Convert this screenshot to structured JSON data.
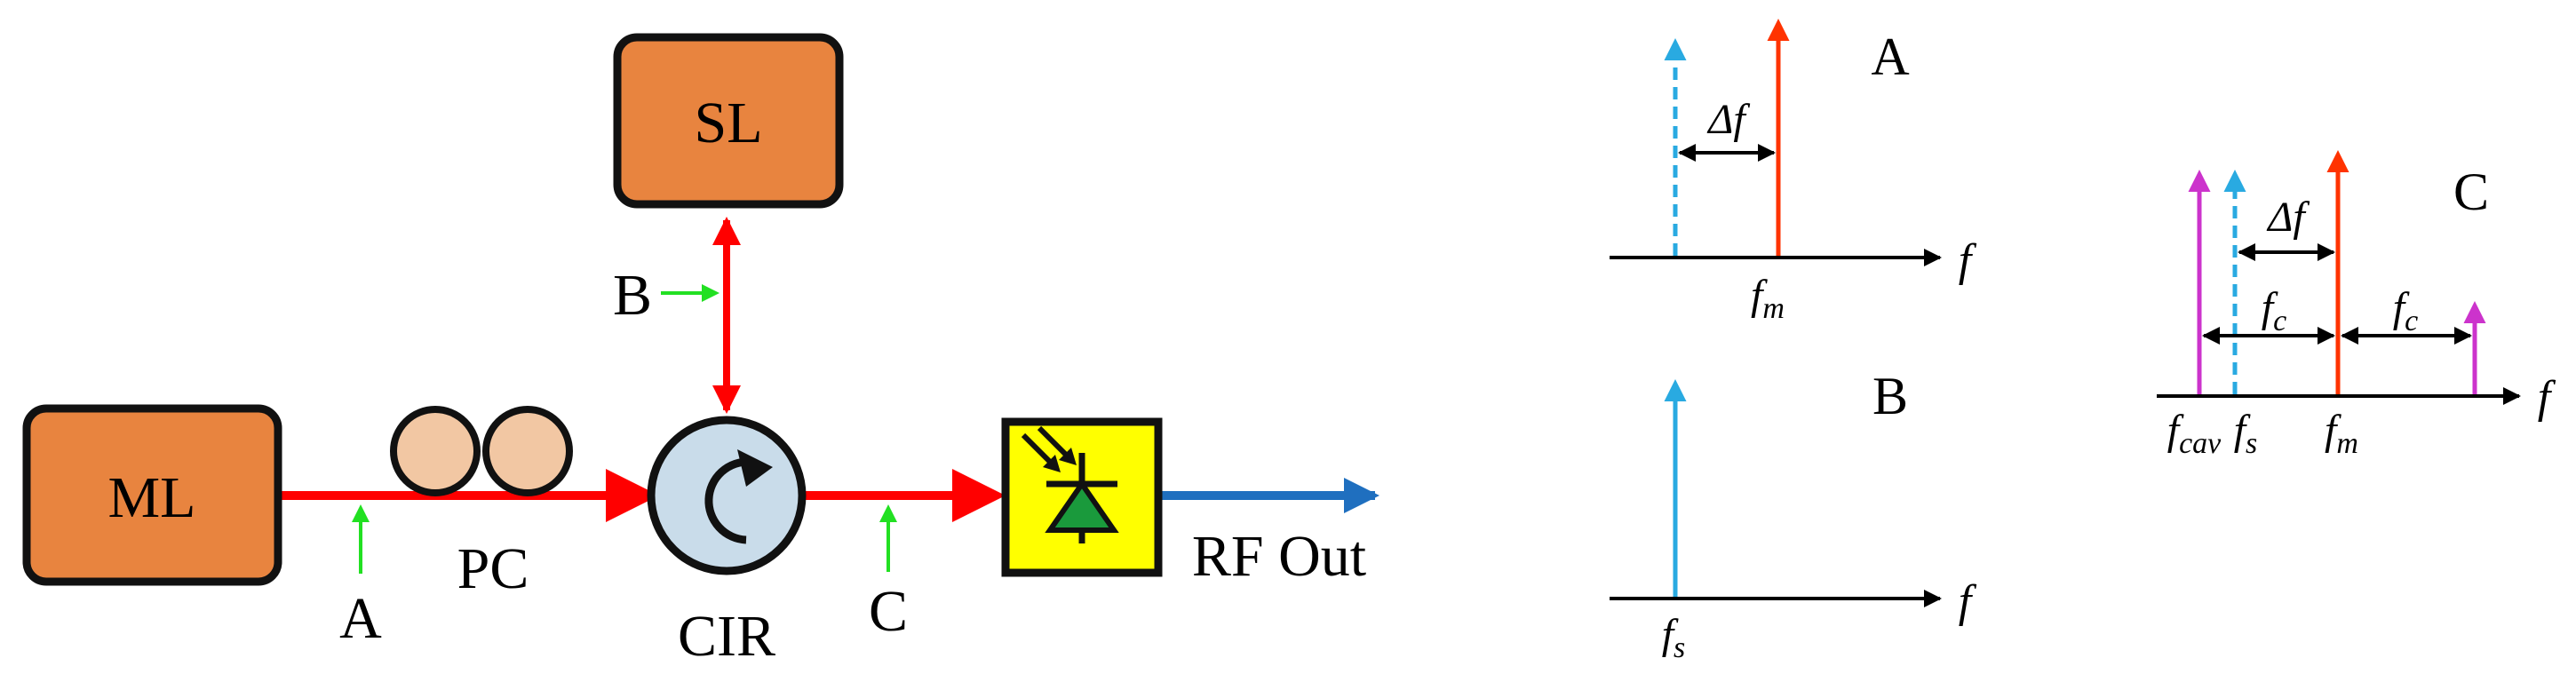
{
  "colors": {
    "laser_box_fill": "#e8843f",
    "optical_path": "#ff0000",
    "rf_output": "#1f6fbf",
    "probe_arrow": "#22e022",
    "pc_paddle_fill": "#f2c7a3",
    "circulator_fill": "#c9dcea",
    "photodiode_fill": "#ffff00",
    "photodiode_symbol": "#1a9a3c",
    "master_line": "#ff3300",
    "slave_line": "#29aae1",
    "cavity_line": "#cc33cc",
    "axis": "#000000"
  },
  "setup": {
    "ml_label": "ML",
    "sl_label": "SL",
    "pc_label": "PC",
    "cir_label": "CIR",
    "rf_out_label": "RF Out",
    "point_a_label": "A",
    "point_b_label": "B",
    "point_c_label": "C"
  },
  "spectrum_a": {
    "title": "A",
    "axis_label": "f",
    "fm_main": "f",
    "fm_sub": "m",
    "delta_label": "Δf"
  },
  "spectrum_b": {
    "title": "B",
    "axis_label": "f",
    "fs_main": "f",
    "fs_sub": "s"
  },
  "spectrum_c": {
    "title": "C",
    "axis_label": "f",
    "fcav_main": "f",
    "fcav_sub": "cav",
    "fs_main": "f",
    "fs_sub": "s",
    "fm_main": "f",
    "fm_sub": "m",
    "delta_label": "Δf",
    "fc_left_main": "f",
    "fc_left_sub": "c",
    "fc_right_main": "f",
    "fc_right_sub": "c"
  }
}
